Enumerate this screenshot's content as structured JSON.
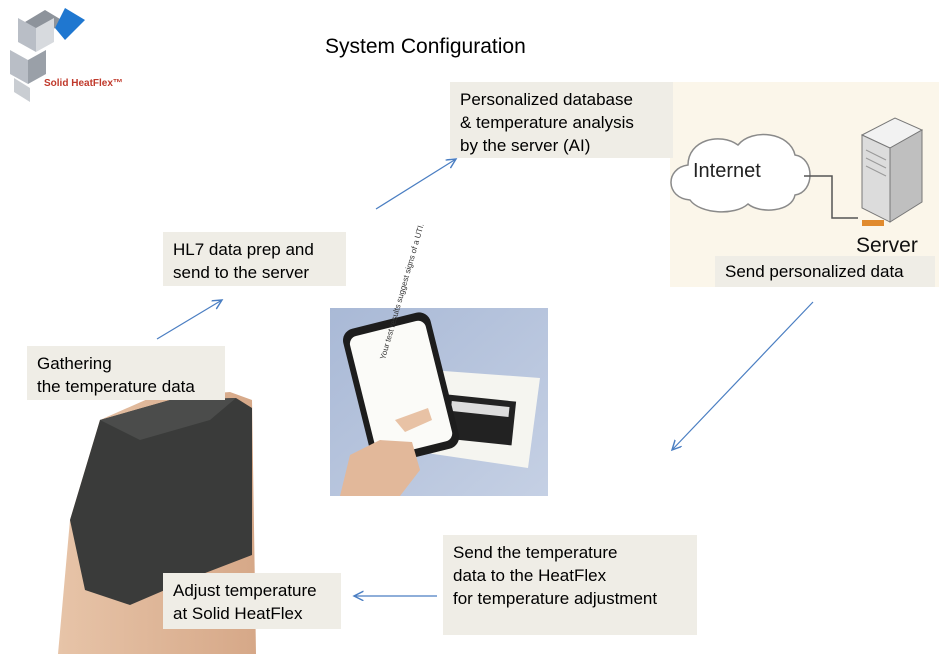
{
  "title": "System Configuration",
  "logo": {
    "brand": "Solid HeatFlex™",
    "colors": [
      "#1f77d0",
      "#b9bec6",
      "#8d939b"
    ]
  },
  "boxes": {
    "database": "Personalized database\n  & temperature analysis\nby the server (AI)",
    "hl7": "HL7 data prep and\nsend to the server",
    "gathering": "Gathering\nthe temperature data",
    "send_personalized": "Send personalized data",
    "send_temperature": "Send  the temperature\ndata to the HeatFlex\nfor temperature adjustment",
    "adjust": "Adjust temperature\nat Solid HeatFlex"
  },
  "network": {
    "cloud_label": "Internet",
    "server_label": "Server"
  },
  "phone_photo": {
    "screen_text": "Your test results suggest signs of a UTI."
  },
  "colors": {
    "box_bg": "#efede6",
    "arrow": "#4a7ec2"
  }
}
